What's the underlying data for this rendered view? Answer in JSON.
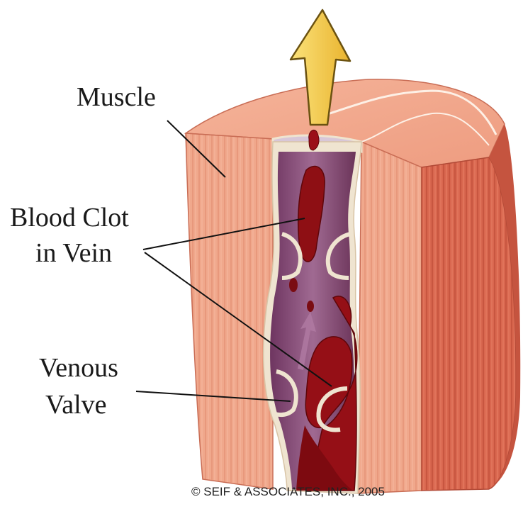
{
  "labels": {
    "muscle": "Muscle",
    "clot_line1": "Blood Clot",
    "clot_line2": "in Vein",
    "valve_line1": "Venous",
    "valve_line2": "Valve"
  },
  "copyright": "© SEIF & ASSOCIATES, INC., 2005",
  "colors": {
    "muscle": "#f2a58a",
    "muscle_dark": "#d8664e",
    "vein_wall": "#efe4d0",
    "vein_interior": "#8a4e78",
    "clot": "#8e0f14",
    "arrow": "#f6c945"
  }
}
